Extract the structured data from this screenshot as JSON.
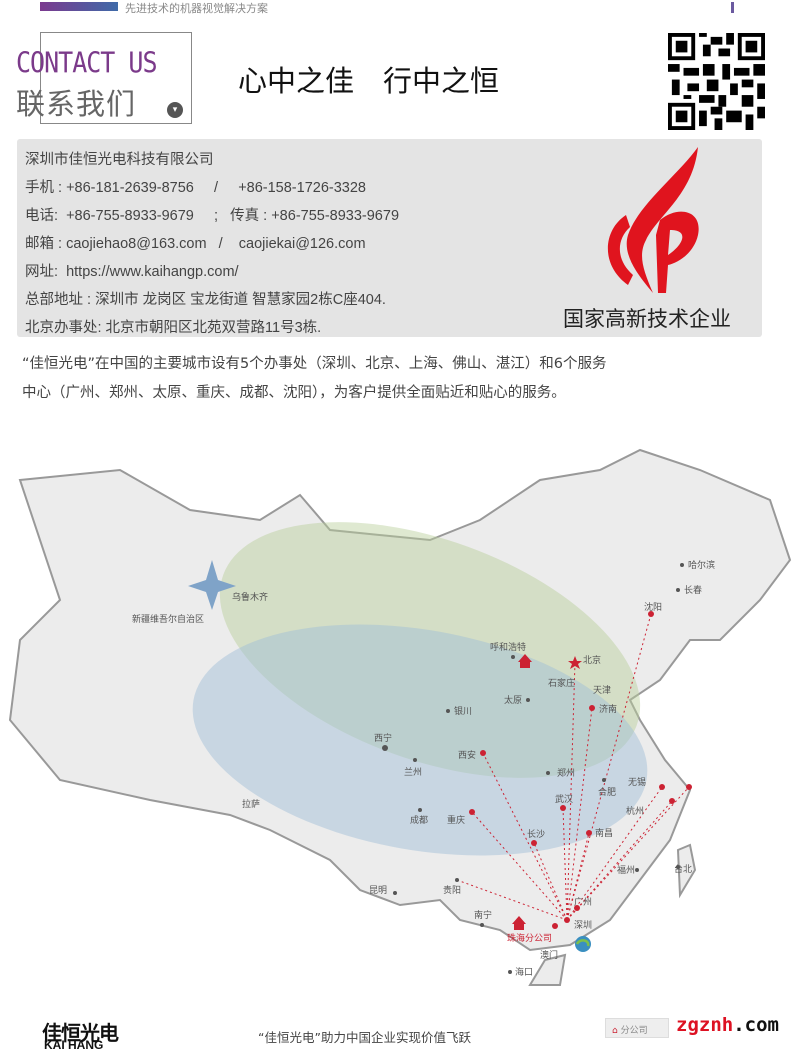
{
  "header": {
    "tagline": "先进技术的机器视觉解决方案",
    "contact_en": "CONTACT US",
    "contact_cn": "联系我们",
    "chevron": "▾",
    "slogan": "心中之佳　行中之恒"
  },
  "info": {
    "company": "深圳市佳恒光电科技有限公司",
    "mobile": "手机 : +86-181-2639-8756     /     +86-158-1726-3328",
    "phone": "电话:  +86-755-8933-9679     ;   传真 : +86-755-8933-9679",
    "email": "邮箱 : caojiehao8@163.com   /    caojiekai@126.com",
    "website": "网址:  https://www.kaihangp.com/",
    "hq": "总部地址 : 深圳市 龙岗区 宝龙街道 智慧家园2栋C座404.",
    "beijing": "北京办事处: 北京市朝阳区北苑双营路11号3栋.",
    "badge": "国家高新技术企业"
  },
  "intro": {
    "line1": "“佳恒光电”在中国的主要城市设有5个办事处（深圳、北京、上海、佛山、湛江）和6个服务",
    "line2": "中心（广州、郑州、太原、重庆、成都、沈阳），为客户提供全面贴近和贴心的服务。"
  },
  "map": {
    "region": "新疆维吾尔自治区",
    "branch": "珠海分公司",
    "cities": {
      "harbin": "哈尔滨",
      "changchun": "长春",
      "shenyang": "沈阳",
      "urumqi": "乌鲁木齐",
      "hohhot": "呼和浩特",
      "beijing": "北京",
      "tianjin": "天津",
      "shijiazhuang": "石家庄",
      "jinan": "济南",
      "yinchuan": "银川",
      "taiyuan": "太原",
      "xining": "西宁",
      "lanzhou": "兰州",
      "xian": "西安",
      "zhengzhou": "郑州",
      "hefei": "合肥",
      "wuxi": "无锡",
      "hangzhou": "杭州",
      "wuhan": "武汉",
      "chengdu": "成都",
      "chongqing": "重庆",
      "changsha": "长沙",
      "nanchang": "南昌",
      "lhasa": "拉萨",
      "fuzhou": "福州",
      "taipei": "台北",
      "guiyang": "贵阳",
      "kunming": "昆明",
      "nanning": "南宁",
      "guangzhou": "广州",
      "shenzhen": "深圳",
      "macau": "澳门",
      "haikou": "海口"
    },
    "accent": "#cc2233"
  },
  "footer": {
    "logo_cn": "佳恒光电",
    "logo_en": "KAI HANG",
    "slogan": "“佳恒光电”助力中国企业实现价值飞跃",
    "legend": "分公司",
    "watermark_a": "zgznh",
    "watermark_b": ".com"
  }
}
